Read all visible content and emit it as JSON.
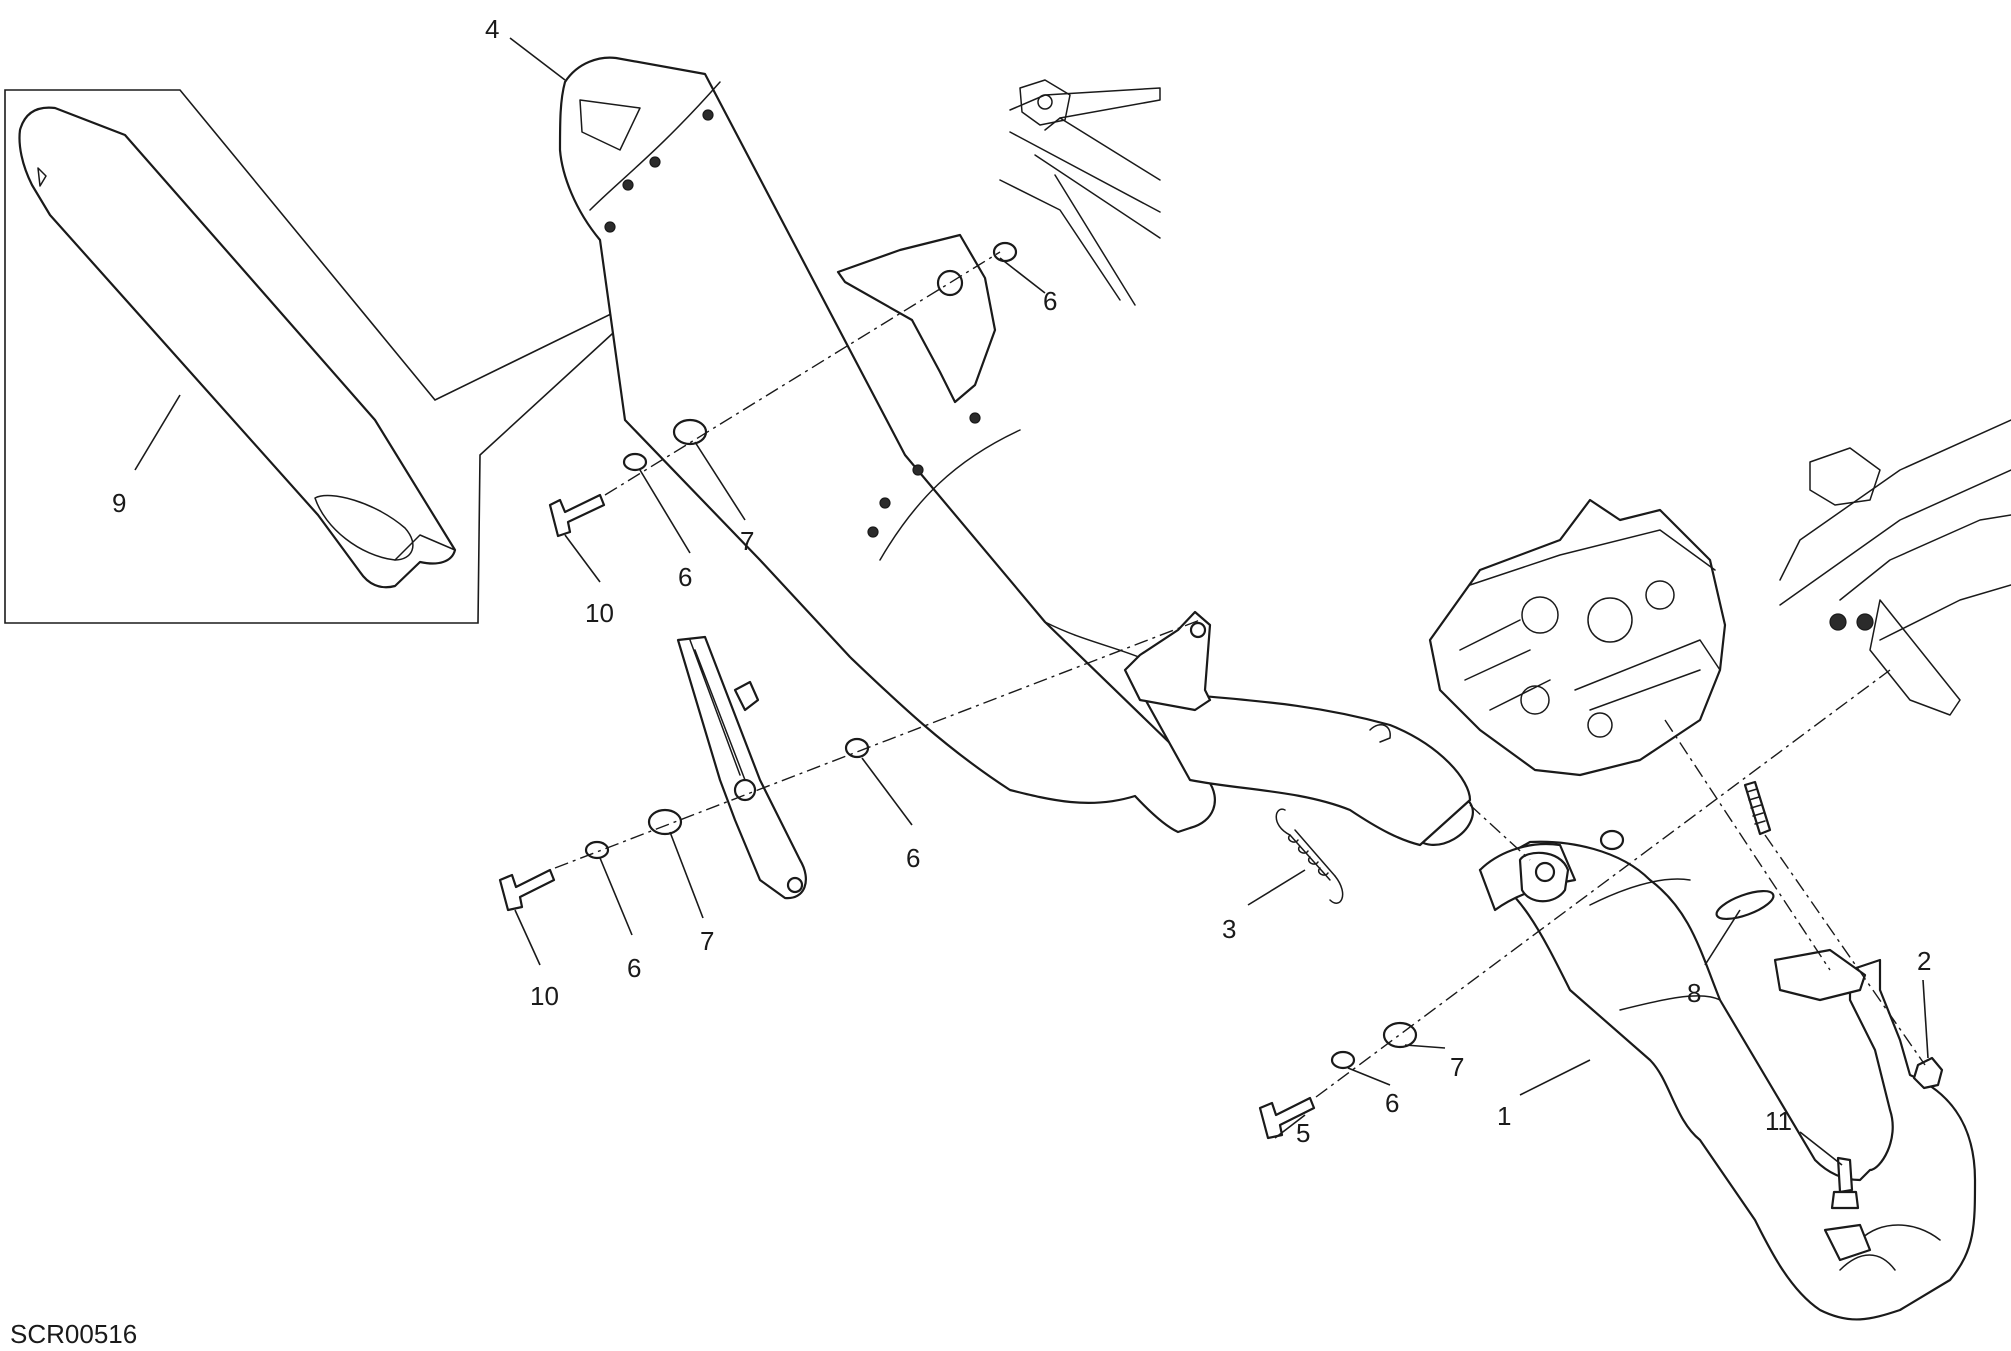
{
  "drawing_code": "SCR00516",
  "callouts": {
    "c1": "1",
    "c2": "2",
    "c3": "3",
    "c4": "4",
    "c5": "5",
    "c6a": "6",
    "c6b": "6",
    "c6c": "6",
    "c6d": "6",
    "c6e": "6",
    "c7a": "7",
    "c7b": "7",
    "c7c": "7",
    "c8": "8",
    "c9": "9",
    "c10a": "10",
    "c10b": "10",
    "c11": "11"
  },
  "colors": {
    "line": "#1a1a1a",
    "background": "#ffffff"
  }
}
